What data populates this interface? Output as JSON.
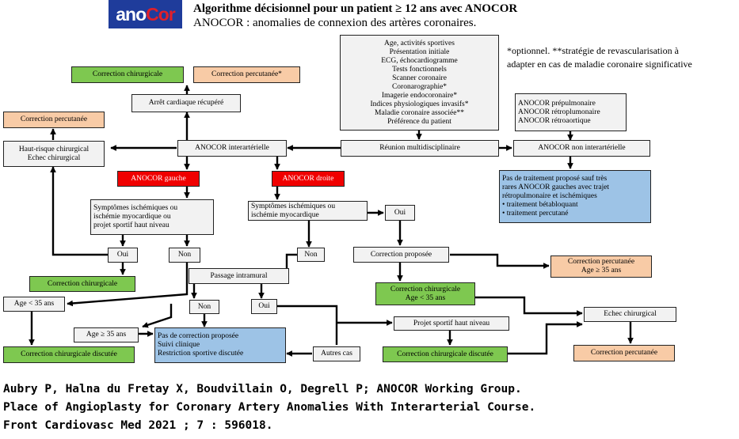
{
  "header": {
    "logo_part1": "ano",
    "logo_part2": "Cor",
    "title": "Algorithme décisionnel pour un patient ≥ 12 ans avec ANOCOR",
    "subtitle": "ANOCOR : anomalies de connexion des artères coronaires."
  },
  "notes": {
    "line1": "*optionnel. **stratégie de revascularisation à",
    "line2": "adapter en cas de maladie coronaire significative"
  },
  "boxes": {
    "workup": [
      "Age, activités sportives",
      "Présentation initiale",
      "ECG, échocardiogramme",
      "Tests fonctionnels",
      "Scanner coronaire",
      "Coronarographie*",
      "Imagerie endocoronaire*",
      "Indices physiologiques invasifs*",
      "Maladie coronaire associée**",
      "Préférence du patient"
    ],
    "rcp": "Réunion multidisciplinaire",
    "inter": "ANOCOR interartérielle",
    "noninter": "ANOCOR non interartérielle",
    "noninter_types": [
      "ANOCOR prépulmonaire",
      "ANOCOR rétroplumonaire",
      "ANOCOR rétroaortique"
    ],
    "noninter_treat": [
      "Pas de traitement proposé sauf très",
      "rares ANOCOR gauches avec trajet",
      "rétropulmonaire et ischémiques",
      "• traitement bétabloquant",
      "• traitement percutané"
    ],
    "arret": "Arrêt cardiaque récupéré",
    "corr_chir_top": "Correction chirurgicale",
    "corr_perc_top": "Correction percutanée*",
    "corr_perc_left": "Correction percutanée",
    "haut_risque": [
      "Haut-risque chirurgical",
      "Echec chirurgical"
    ],
    "gauche": "ANOCOR gauche",
    "droite": "ANOCOR droite",
    "sympt_g": [
      "Symptômes ischémiques ou",
      "ischémie myocardique ou",
      "projet sportif haut niveau"
    ],
    "sympt_d": [
      "Symptômes ischémiques ou",
      "ischémie myocardique"
    ],
    "oui_g": "Oui",
    "non_g": "Non",
    "oui_d": "Oui",
    "non_d": "Non",
    "corr_chir_mid": "Correction chirurgicale",
    "age_lt": "Age < 35 ans",
    "age_ge": "Age ≥ 35 ans",
    "corr_chir_disc_left": "Correction chirurgicale discutée",
    "pas_corr": [
      "Pas de correction proposée",
      "Suivi clinique",
      "Restriction sportive discutée"
    ],
    "passage": "Passage intramural",
    "non_pi": "Non",
    "oui_pi": "Oui",
    "autres": "Autres cas",
    "corr_proposee": "Correction proposée",
    "corr_perc_age": [
      "Correction percutanée",
      "Age ≥ 35 ans"
    ],
    "corr_chir_age": [
      "Correction chirurgicale",
      "Age < 35 ans"
    ],
    "echec": "Echec chirurgical",
    "projet": "Projet sportif haut niveau",
    "corr_chir_disc_right": "Correction chirurgicale discutée",
    "corr_perc_bottom": "Correction percutanée"
  },
  "citation": {
    "line1": "Aubry P, Halna du Fretay X, Boudvillain O, Degrell P; ANOCOR Working Group.",
    "line2": "Place of Angioplasty for Coronary Artery Anomalies With Interarterial Course.",
    "line3": "Front Cardiovasc Med 2021 ; 7 : 596018."
  },
  "colors": {
    "logo_bg": "#1f3c9b",
    "logo_accent": "#e0202a",
    "green": "#7ec850",
    "orange": "#f8cba6",
    "red": "#f00000",
    "blue": "#9dc3e6",
    "grey": "#f2f2f2"
  }
}
